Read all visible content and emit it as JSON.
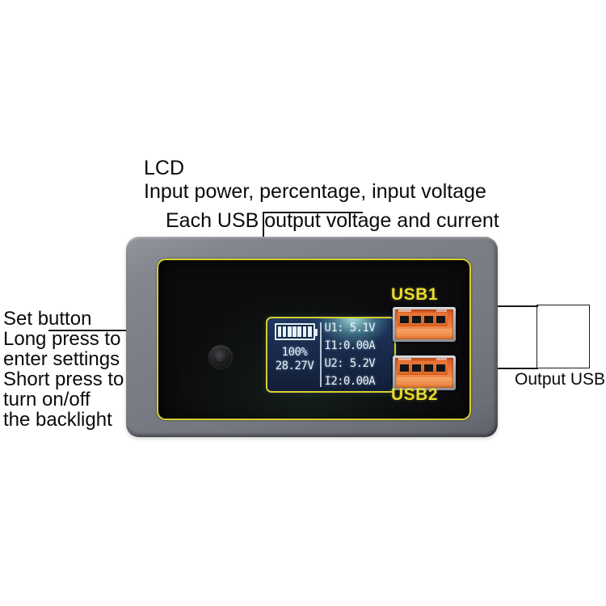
{
  "annotations": {
    "lcd_title": "LCD",
    "lcd_description": "Input power, percentage, input voltage",
    "usb_description": "Each USB output voltage and current",
    "output_usb_label": "Output USB",
    "set_button": {
      "title": "Set button",
      "line1": "Long press to",
      "line2": "enter settings",
      "line3": "Short press to",
      "line4": "turn on/off",
      "line5": "the backlight"
    }
  },
  "device": {
    "lcd": {
      "battery_segments": 7,
      "battery_filled": 7,
      "percentage": "100%",
      "input_voltage": "28.27V",
      "readings": [
        {
          "label": "U1:",
          "value": "5.1V"
        },
        {
          "label": "I1:",
          "value": "0.00A"
        },
        {
          "label": "U2:",
          "value": "5.2V"
        },
        {
          "label": "I2:",
          "value": "0.00A"
        }
      ],
      "rows": [
        "U1:  5.1V",
        "I1:0.00A",
        "U2:  5.2V",
        "I2:0.00A"
      ]
    },
    "usb_ports": [
      {
        "label": "USB1"
      },
      {
        "label": "USB2"
      }
    ],
    "colors": {
      "bezel_gray": "#7a7d84",
      "panel_black": "#0b0b0d",
      "accent_yellow": "#d8cf2c",
      "usb_orange": "#ef8442",
      "lcd_background": "#1a2c4f",
      "lcd_text": "#e8f2f8"
    }
  }
}
